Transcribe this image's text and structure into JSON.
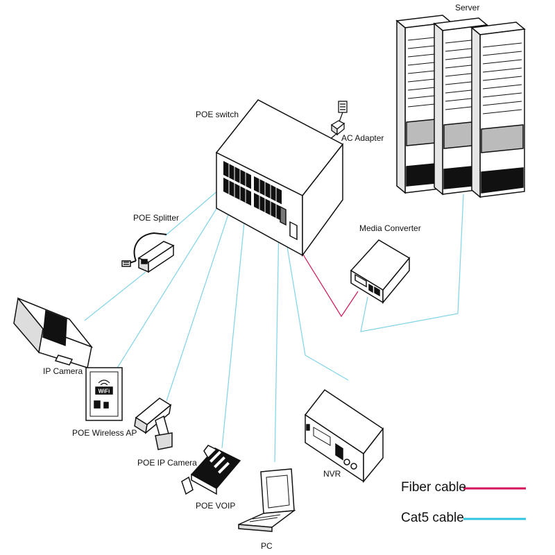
{
  "labels": {
    "server": "Server",
    "poe_switch": "POE switch",
    "ac_adapter": "AC Adapter",
    "media_converter": "Media Converter",
    "poe_splitter": "POE Splitter",
    "ip_camera": "IP Camera",
    "poe_wireless_ap": "POE Wireless AP",
    "poe_ip_camera": "POE IP Camera",
    "poe_voip": "POE VOIP",
    "pc": "PC",
    "nvr": "NVR",
    "wifi_badge": "WiFi"
  },
  "legend": {
    "fiber": {
      "label": "Fiber cable",
      "color": "#d4145a"
    },
    "cat5": {
      "label": "Cat5 cable",
      "color": "#2ec4e0"
    }
  },
  "colors": {
    "fiber": "#d4145a",
    "cat5": "#7fd3e6",
    "outline": "#111111"
  }
}
